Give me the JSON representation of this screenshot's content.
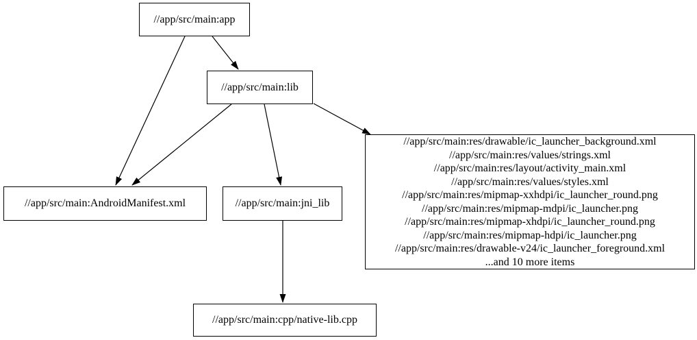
{
  "diagram": {
    "type": "dependency-graph",
    "background_color": "#ffffff",
    "node_border_color": "#000000",
    "node_fill_color": "#ffffff",
    "edge_color": "#000000",
    "nodes": {
      "app": {
        "label": "//app/src/main:app"
      },
      "lib": {
        "label": "//app/src/main:lib"
      },
      "manifest": {
        "label": "//app/src/main:AndroidManifest.xml"
      },
      "jni_lib": {
        "label": "//app/src/main:jni_lib"
      },
      "res_group": {
        "lines": [
          "//app/src/main:res/drawable/ic_launcher_background.xml",
          "//app/src/main:res/values/strings.xml",
          "//app/src/main:res/layout/activity_main.xml",
          "//app/src/main:res/values/styles.xml",
          "//app/src/main:res/mipmap-xxhdpi/ic_launcher_round.png",
          "//app/src/main:res/mipmap-mdpi/ic_launcher.png",
          "//app/src/main:res/mipmap-xhdpi/ic_launcher_round.png",
          "//app/src/main:res/mipmap-hdpi/ic_launcher.png",
          "//app/src/main:res/drawable-v24/ic_launcher_foreground.xml",
          "...and 10 more items"
        ]
      },
      "native_lib": {
        "label": "//app/src/main:cpp/native-lib.cpp"
      }
    },
    "edges": [
      {
        "from": "//app/src/main:app",
        "to": "//app/src/main:lib"
      },
      {
        "from": "//app/src/main:app",
        "to": "//app/src/main:AndroidManifest.xml"
      },
      {
        "from": "//app/src/main:lib",
        "to": "//app/src/main:AndroidManifest.xml"
      },
      {
        "from": "//app/src/main:lib",
        "to": "//app/src/main:jni_lib"
      },
      {
        "from": "//app/src/main:lib",
        "to": "res_group"
      },
      {
        "from": "//app/src/main:jni_lib",
        "to": "//app/src/main:cpp/native-lib.cpp"
      }
    ]
  }
}
